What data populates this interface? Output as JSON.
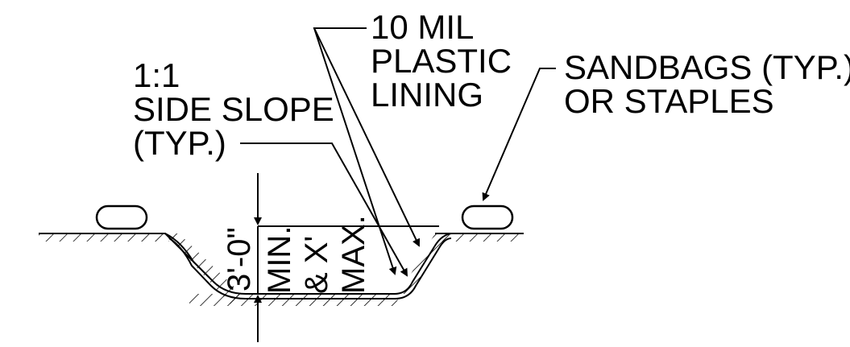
{
  "labels": {
    "mil_line1": "10 MIL",
    "mil_line2": "PLASTIC",
    "mil_line3": "LINING",
    "slope_line1": "1:1",
    "slope_line2": "SIDE SLOPE",
    "slope_line3": "(TYP.)",
    "sandbag_line1": "SANDBAGS (TYP.)",
    "sandbag_line2": "OR STAPLES"
  },
  "dimensions": {
    "depth": "3'-0\"",
    "min_line1": "MIN.",
    "min_line2": "& X'",
    "min_line3": "MAX."
  }
}
